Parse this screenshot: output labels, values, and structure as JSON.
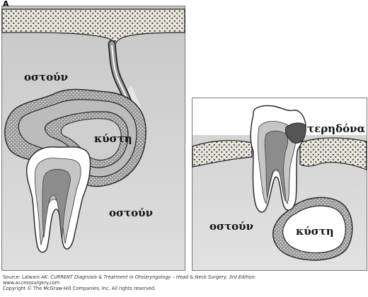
{
  "figure": {
    "panel_letter": "A",
    "left_panel": {
      "labels": [
        "οστούν",
        "κύστη",
        "οστούν"
      ]
    },
    "right_panel": {
      "labels": [
        "τερηδόνα",
        "οστούν",
        "κύστη"
      ]
    }
  },
  "source": {
    "prefix": "Source: Lalwani AK:",
    "title": "CURRENT Diagnosis & Treatment in Otolaryngology – Head & Neck Surgery, 3rd Edition:",
    "url": "www.accesssurgery.com",
    "copyright": "Copyright © The McGraw-Hill Companies, Inc. All rights reserved."
  },
  "colors": {
    "bone": "#d3d3d3",
    "mucosa": "#e8e6dc",
    "lining": "#8a8a8a",
    "enamel": "#ffffff",
    "dentin": "#c2c2c2",
    "pulp": "#8c8c8c",
    "caries": "#555555"
  }
}
